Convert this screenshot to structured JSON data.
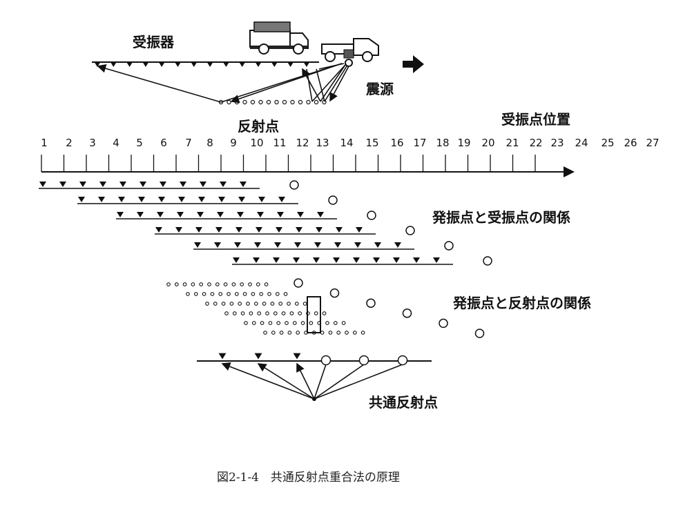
{
  "labels": {
    "receiver": "受振器",
    "source": "震源",
    "reflection_point": "反射点",
    "receiver_position": "受振点位置",
    "source_receiver_relation": "発振点と受振点の関係",
    "source_reflection_relation": "発振点と反射点の関係",
    "common_reflection_point": "共通反射点"
  },
  "caption": "図2-1-4　共通反射点重合法の原理",
  "position_numbers": [
    "1",
    "2",
    "3",
    "4",
    "5",
    "6",
    "7",
    "8",
    "9",
    "10",
    "11",
    "12",
    "13",
    "14",
    "15",
    "16",
    "17",
    "18",
    "19",
    "20",
    "21",
    "22",
    "23",
    "24",
    "25",
    "26",
    "27"
  ],
  "shot_count": 6,
  "receivers_per_shot": 11
}
